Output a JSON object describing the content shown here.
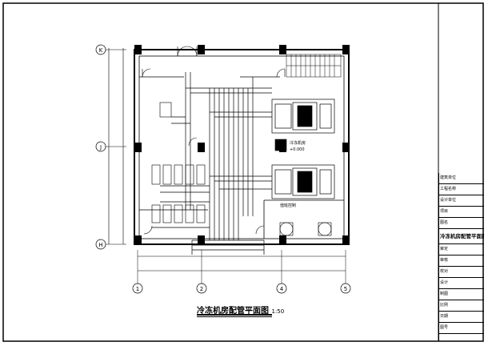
{
  "drawing": {
    "title": "冷冻机房配管平面图",
    "scale": "1:50"
  },
  "axes": {
    "rows": [
      "K",
      "J",
      "H"
    ],
    "cols": [
      "1",
      "2",
      "4",
      "5"
    ]
  },
  "room_labels": {
    "chiller": "冷冻机房",
    "control_room": "值班控制",
    "elevation": "+0.000"
  },
  "title_block": {
    "rows": [
      "建筑单位",
      "工程名称",
      "设计单位",
      "项目",
      "图名",
      "冷冻机房配管平面图",
      "审定",
      "审核",
      "校对",
      "设计",
      "制图",
      "比例",
      "日期",
      "图号"
    ]
  },
  "colors": {
    "line": "#000000",
    "background": "#ffffff"
  }
}
